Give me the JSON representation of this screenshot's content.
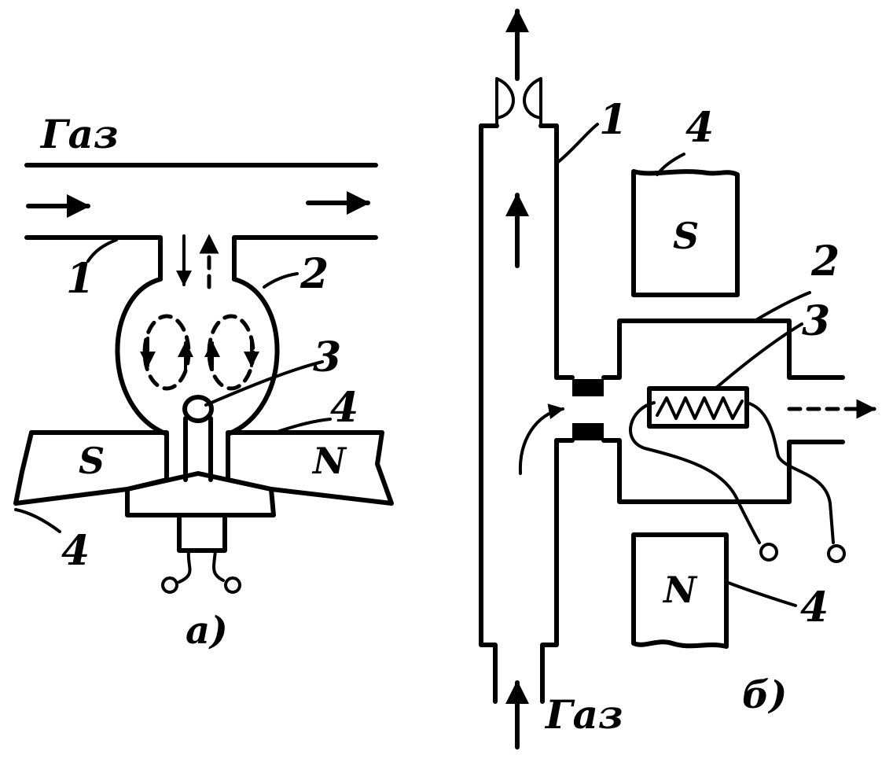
{
  "diagram_a": {
    "gas_label": "Газ",
    "callouts": {
      "pipe": "1",
      "chamber": "2",
      "sensor": "3",
      "magnet_top": "4",
      "magnet_bottom": "4"
    },
    "poles": {
      "left": "S",
      "right": "N"
    },
    "caption": "а)"
  },
  "diagram_b": {
    "gas_label": "Газ",
    "callouts": {
      "tube": "1",
      "chamber": "2",
      "heater": "3",
      "magnet_top": "4",
      "magnet_bottom": "4"
    },
    "poles": {
      "top": "S",
      "bottom": "N"
    },
    "caption": "б)"
  },
  "colors": {
    "ink": "#000000",
    "paper": "#ffffff"
  }
}
